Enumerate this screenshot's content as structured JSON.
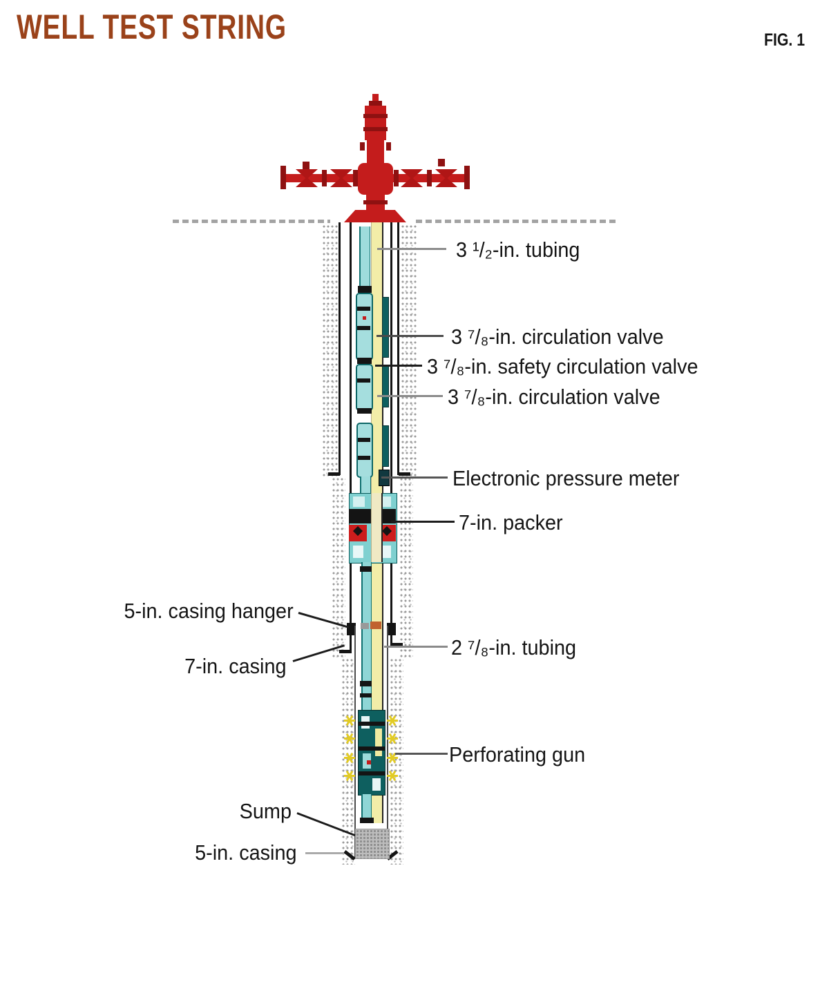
{
  "title": "WELL TEST STRING",
  "figure_label": "FIG. 1",
  "callouts": [
    {
      "id": "tubing-3-1-2",
      "text": "3 ¹/₂-in. tubing"
    },
    {
      "id": "circulation-valve-1",
      "text": "3 ⁷/₈-in. circulation valve"
    },
    {
      "id": "safety-circ-valve",
      "text": "3 ⁷/₈-in. safety circulation valve"
    },
    {
      "id": "circulation-valve-2",
      "text": "3 ⁷/₈-in. circulation valve"
    },
    {
      "id": "pressure-meter",
      "text": "Electronic pressure meter"
    },
    {
      "id": "packer-7in",
      "text": "7-in. packer"
    },
    {
      "id": "casing-hanger-5in",
      "text": "5-in. casing hanger"
    },
    {
      "id": "casing-7in",
      "text": "7-in. casing"
    },
    {
      "id": "tubing-2-7-8",
      "text": "2 ⁷/₈-in. tubing"
    },
    {
      "id": "perforating-gun",
      "text": "Perforating gun"
    },
    {
      "id": "sump",
      "text": "Sump"
    },
    {
      "id": "casing-5in",
      "text": "5-in. casing"
    }
  ],
  "colors": {
    "title_brown": "#9a421a",
    "wellhead_red": "#c41c1c",
    "string_teal": "#8fd6d6",
    "tool_dark_teal": "#0d5f5f",
    "tube_yellow": "#f2eda8",
    "spark_yellow": "#e2cb25",
    "leader_gray": "#7a7a7a",
    "ink": "#141414"
  }
}
